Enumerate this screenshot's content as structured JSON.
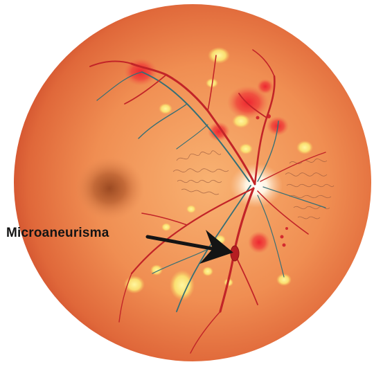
{
  "annotation": {
    "label": "Microaneurisma"
  },
  "colors": {
    "fundus_center": "#f6a562",
    "fundus_edge": "#cc4a2a",
    "macula": "#9c4a22",
    "optic_disc": "#fff6ea",
    "artery": "#c4262a",
    "vein": "#2f6f78",
    "hemorrhage": "#ee2a30",
    "exudate": "#fbf07a",
    "arrow": "#141414"
  },
  "icons": [
    "retina-fundus",
    "arrow-right"
  ]
}
